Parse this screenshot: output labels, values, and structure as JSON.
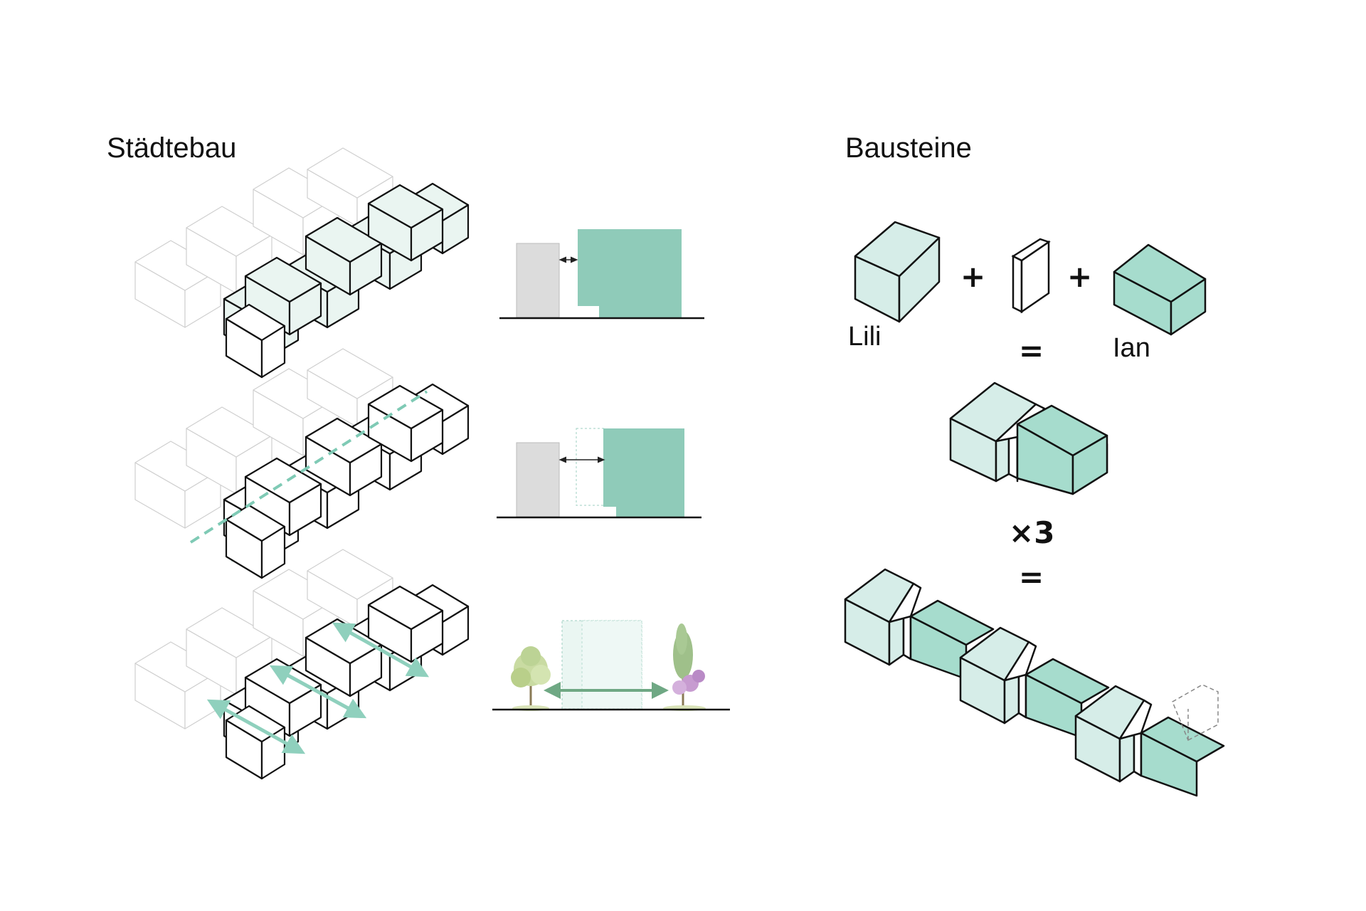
{
  "headings": {
    "left": "Städtebau",
    "right": "Bausteine"
  },
  "modules": {
    "lili": "Lili",
    "ian": "Ian"
  },
  "operators": {
    "plus": "+",
    "equals": "=",
    "times": "×3"
  },
  "colors": {
    "light_mint": "#d6ede8",
    "mid_mint": "#a6dccd",
    "teal": "#8fcbb9",
    "context_gray": "#dcdcdc",
    "arrow_green": "#6fa884",
    "dashed_teal": "#7fcab5"
  }
}
